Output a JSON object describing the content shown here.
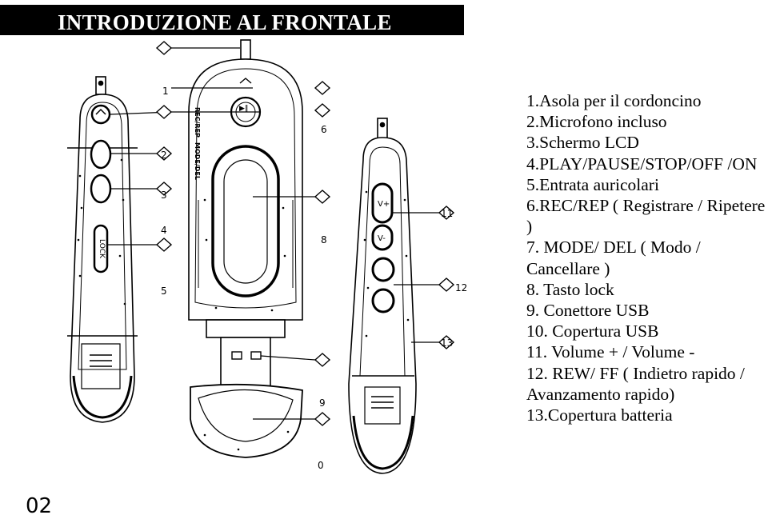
{
  "header": {
    "title": "INTRODUZIONE AL FRONTALE"
  },
  "device": {
    "side_labels": [
      "REC/REP",
      "MODE/DEL"
    ],
    "lock_label": "LOCK",
    "callout_numbers": [
      "1",
      "2",
      "3",
      "4",
      "5",
      "6",
      "8",
      "9",
      "0",
      "11",
      "12",
      "13"
    ]
  },
  "legend": {
    "items": [
      "1.Asola per il cordoncino",
      "2.Microfono incluso",
      "3.Schermo LCD",
      "4.PLAY/PAUSE/STOP/OFF /ON",
      "5.Entrata auricolari",
      "6.REC/REP ( Registrare / Ripetere )",
      "7. MODE/ DEL ( Modo / Cancellare )",
      "8. Tasto lock",
      "9. Conettore USB",
      "10. Copertura USB",
      "11. Volume + / Volume -",
      "12. REW/ FF ( Indietro rapido / Avanzamento rapido)",
      "13.Copertura batteria"
    ]
  },
  "footer": {
    "page_number": "02"
  }
}
